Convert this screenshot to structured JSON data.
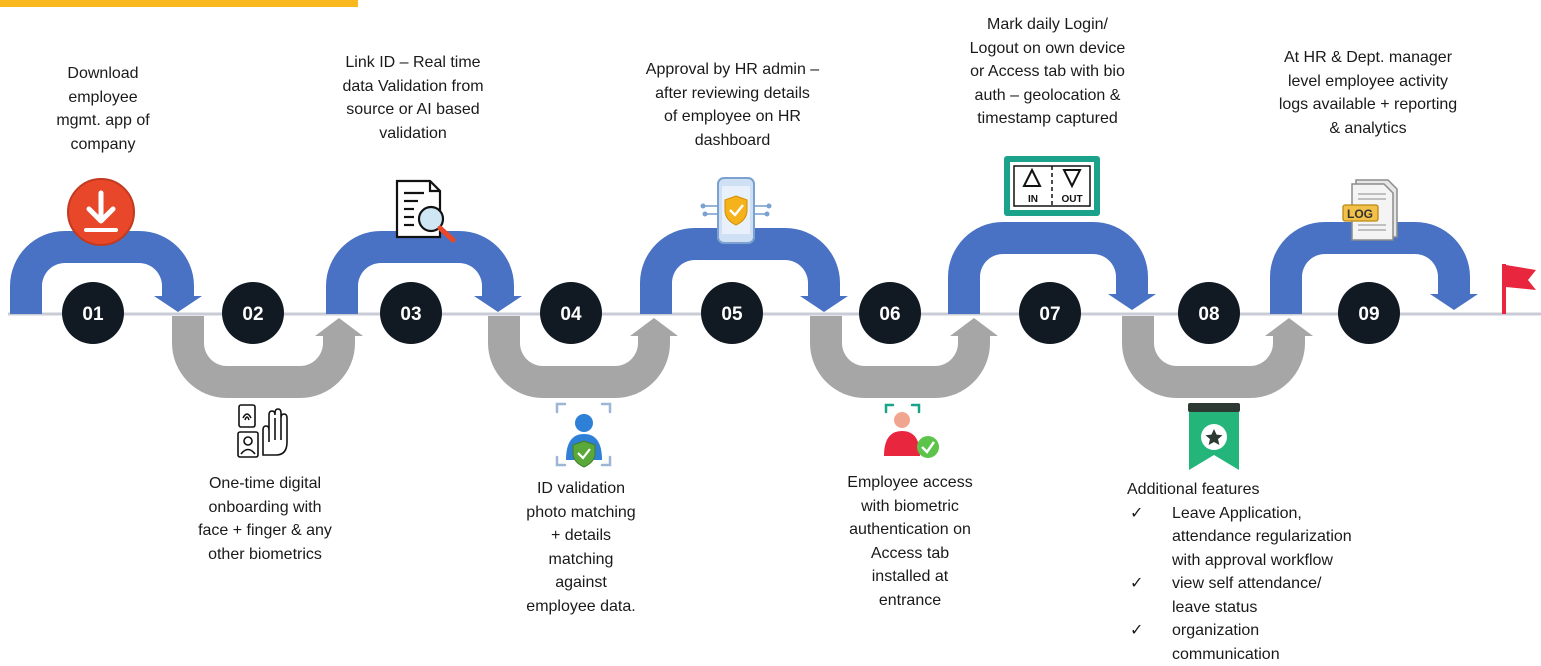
{
  "steps": [
    {
      "number": "01",
      "lines": [
        "Download",
        "employee",
        "mgmt. app of",
        "company"
      ]
    },
    {
      "number": "02",
      "lines": [
        "One-time digital",
        "onboarding with",
        "face + finger & any",
        "other biometrics"
      ]
    },
    {
      "number": "03",
      "lines": [
        "Link ID – Real time",
        "data Validation from",
        "source or AI based",
        "validation"
      ]
    },
    {
      "number": "04",
      "lines": [
        "ID validation",
        "photo matching",
        "+ details",
        "matching",
        "against",
        "employee data."
      ]
    },
    {
      "number": "05",
      "lines": [
        "Approval by HR admin –",
        "after reviewing details",
        "of employee on HR",
        "dashboard"
      ]
    },
    {
      "number": "06",
      "lines": [
        "Employee access",
        "with biometric",
        "authentication on",
        "Access tab",
        "installed at",
        "entrance"
      ]
    },
    {
      "number": "07",
      "lines": [
        "Mark daily Login/",
        "Logout on own device",
        "or Access tab with bio",
        "auth – geolocation &",
        "timestamp captured"
      ]
    },
    {
      "number": "08",
      "lines": []
    },
    {
      "number": "09",
      "lines": [
        "At HR & Dept. manager",
        "level employee activity",
        "logs available + reporting",
        "& analytics"
      ]
    }
  ],
  "additional": {
    "title": "Additional features",
    "check_glyph": "✓",
    "items": [
      {
        "lines": [
          "Leave Application,",
          "attendance regularization",
          "with approval workflow"
        ]
      },
      {
        "lines": [
          "view self attendance/",
          "leave status"
        ]
      },
      {
        "lines": [
          "organization",
          "communication"
        ]
      }
    ]
  },
  "icons": {
    "in_label": "IN",
    "out_label": "OUT",
    "log_label": "LOG",
    "names": [
      "download-icon",
      "biometric-onboarding-icon",
      "document-search-icon",
      "face-id-validation-icon",
      "phone-shield-icon",
      "face-scan-access-icon",
      "in-out-ticket-icon",
      "bookmark-star-icon",
      "log-file-icon",
      "finish-flag-icon"
    ]
  },
  "colors": {
    "arch_blue": "#4a72c4",
    "arch_gray": "#a6a6a6",
    "circle": "#111a22",
    "timeline": "#c9ccd6",
    "accent_bar": "#f9b81e",
    "flag": "#e8263d",
    "download": "#e8472a",
    "ticket": "#1aa38a"
  }
}
